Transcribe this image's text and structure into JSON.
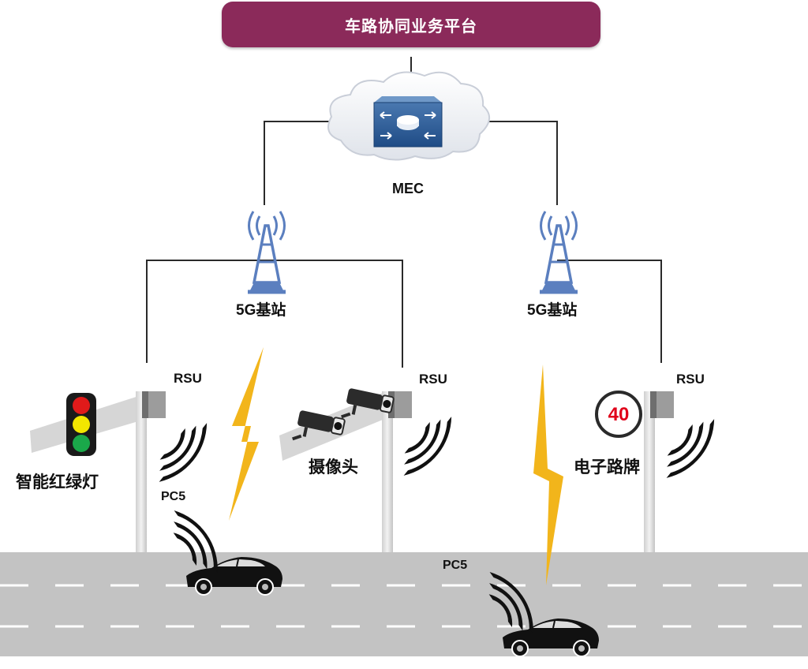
{
  "platform": {
    "title": "车路协同业务平台"
  },
  "mec": {
    "label": "MEC"
  },
  "base_stations": [
    {
      "label": "5G基站"
    },
    {
      "label": "5G基站"
    }
  ],
  "rsus": [
    {
      "label": "RSU"
    },
    {
      "label": "RSU"
    },
    {
      "label": "RSU"
    }
  ],
  "devices": {
    "traffic_light": "智能红绿灯",
    "camera": "摄像头",
    "e_sign": "电子路牌",
    "speed_limit": "40"
  },
  "links": {
    "pc5_rsu": "PC5",
    "pc5_road": "PC5"
  },
  "colors": {
    "platform_bg": "#8b2a5a",
    "tower_blue": "#5b7fbf",
    "lightning": "#f2b51b",
    "road": "#c3c3c3",
    "traffic_red": "#e01a1a",
    "traffic_yellow": "#f2e600",
    "traffic_green": "#1aa84a"
  }
}
